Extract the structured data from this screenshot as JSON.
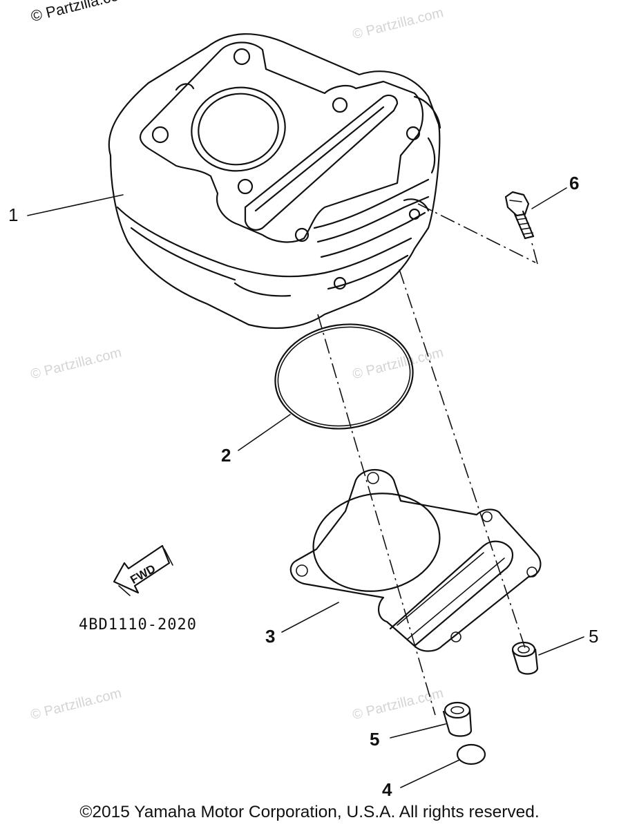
{
  "watermarks": {
    "top_left": "© Partzilla.co",
    "repeat": "© Partzilla.com"
  },
  "callouts": {
    "c1": "1",
    "c2": "2",
    "c3": "3",
    "c4": "4",
    "c5a": "5",
    "c5b": "5",
    "c6": "6"
  },
  "fwd_label": "FWD",
  "diagram_code": "4BD1110-2020",
  "footer": "©2015 Yamaha Motor Corporation, U.S.A. All rights reserved."
}
